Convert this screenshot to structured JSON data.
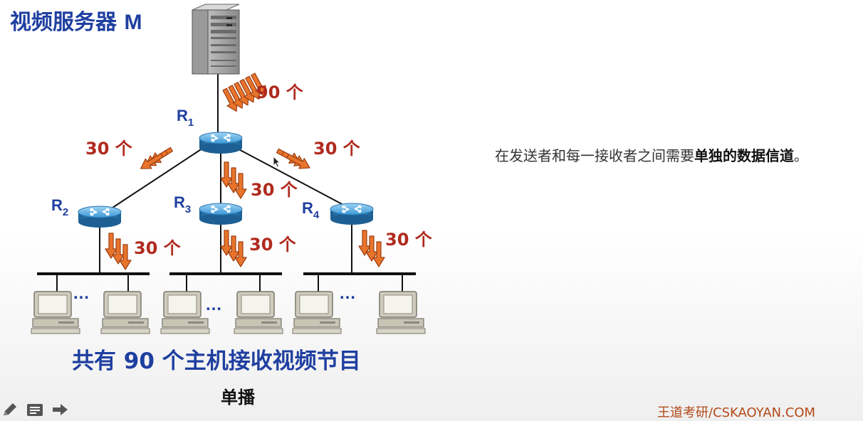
{
  "title": {
    "prefix": "视频服务器",
    "suffix": "M"
  },
  "routers": [
    {
      "letter": "R",
      "sub": "1"
    },
    {
      "letter": "R",
      "sub": "2"
    },
    {
      "letter": "R",
      "sub": "3"
    },
    {
      "letter": "R",
      "sub": "4"
    }
  ],
  "counts": {
    "server_to_r1": "90 个",
    "r1_to_r2": "30 个",
    "r1_to_r3": "30 个",
    "r1_to_r4": "30 个",
    "r2_to_lan": "30 个",
    "r3_to_lan": "30 个",
    "r4_to_lan": "30 个"
  },
  "ellipsis": "…",
  "caption": "共有 90 个主机接收视频节目",
  "subcaption": "单播",
  "note": {
    "part1": "在发送者和每一接收者之间需要",
    "emphasis": "单独的数据信道",
    "part2": "。"
  },
  "brand": "王道考研/CSKAOYAN.COM",
  "toolbar": {
    "pen": "pen-icon",
    "menu": "menu-icon",
    "next": "arrow-right-icon"
  },
  "colors": {
    "title_blue": "#1f3fa0",
    "count_red": "#b02a1e",
    "arrow_orange": "#e8742c",
    "router_blue": "#2f8fd0"
  }
}
